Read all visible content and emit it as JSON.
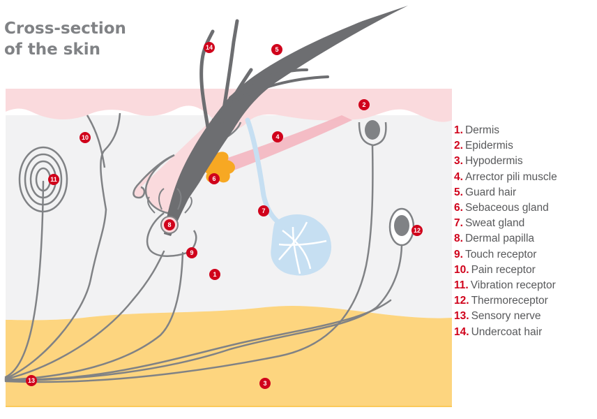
{
  "title": {
    "line1": "Cross-section",
    "line2": "of the skin"
  },
  "colors": {
    "epidermis": "#fadadd",
    "dermis": "#f2f2f3",
    "hypodermis": "#fdd57f",
    "nerve": "#808285",
    "hair": "#6d6e71",
    "sweat_gland": "#c6dff2",
    "sebaceous_gland": "#f7a823",
    "arrector_muscle": "#f4b6c0",
    "marker": "#d0021b"
  },
  "legend": [
    {
      "num": "1.",
      "label": "Dermis"
    },
    {
      "num": "2.",
      "label": "Epidermis"
    },
    {
      "num": "3.",
      "label": "Hypodermis"
    },
    {
      "num": "4.",
      "label": "Arrector pili muscle"
    },
    {
      "num": "5.",
      "label": "Guard hair"
    },
    {
      "num": "6.",
      "label": "Sebaceous gland"
    },
    {
      "num": "7.",
      "label": "Sweat gland"
    },
    {
      "num": "8.",
      "label": "Dermal papilla"
    },
    {
      "num": "9.",
      "label": "Touch receptor"
    },
    {
      "num": "10.",
      "label": "Pain receptor"
    },
    {
      "num": "11.",
      "label": "Vibration receptor"
    },
    {
      "num": "12.",
      "label": "Thermoreceptor"
    },
    {
      "num": "13.",
      "label": "Sensory nerve"
    },
    {
      "num": "14.",
      "label": "Undercoat hair"
    }
  ],
  "markers": [
    "1",
    "2",
    "3",
    "4",
    "5",
    "6",
    "7",
    "8",
    "9",
    "10",
    "11",
    "12",
    "13",
    "14"
  ]
}
